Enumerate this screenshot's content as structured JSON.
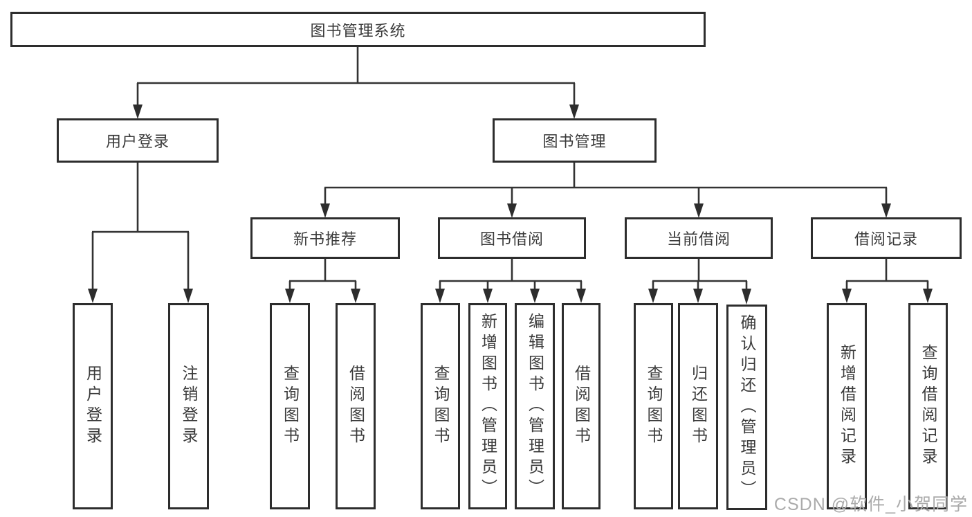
{
  "diagram": {
    "type": "hierarchy-tree",
    "watermark": "CSDN @软件_小贺同学",
    "colors": {
      "background": "#ffffff",
      "line": "#333333",
      "box_border": "#2d2d2d",
      "text": "#3a3a3a",
      "watermark": "#ababab"
    },
    "nodes": {
      "root": {
        "label": "图书管理系统"
      },
      "level2": [
        {
          "label": "用户登录"
        },
        {
          "label": "图书管理"
        }
      ],
      "level3": [
        {
          "label": "新书推荐",
          "parent": "图书管理"
        },
        {
          "label": "图书借阅",
          "parent": "图书管理"
        },
        {
          "label": "当前借阅",
          "parent": "图书管理"
        },
        {
          "label": "借阅记录",
          "parent": "图书管理"
        }
      ],
      "leaves": [
        {
          "label": "用户登录",
          "parent": "用户登录"
        },
        {
          "label": "注销登录",
          "parent": "用户登录"
        },
        {
          "label": "查询图书",
          "parent": "新书推荐"
        },
        {
          "label": "借阅图书",
          "parent": "新书推荐"
        },
        {
          "label": "查询图书",
          "parent": "图书借阅"
        },
        {
          "label": "新增图书（管理员）",
          "parent": "图书借阅"
        },
        {
          "label": "编辑图书（管理员）",
          "parent": "图书借阅"
        },
        {
          "label": "借阅图书",
          "parent": "图书借阅"
        },
        {
          "label": "查询图书",
          "parent": "当前借阅"
        },
        {
          "label": "归还图书",
          "parent": "当前借阅"
        },
        {
          "label": "确认归还（管理员）",
          "parent": "当前借阅"
        },
        {
          "label": "新增借阅记录",
          "parent": "借阅记录"
        },
        {
          "label": "查询借阅记录",
          "parent": "借阅记录"
        }
      ]
    }
  }
}
